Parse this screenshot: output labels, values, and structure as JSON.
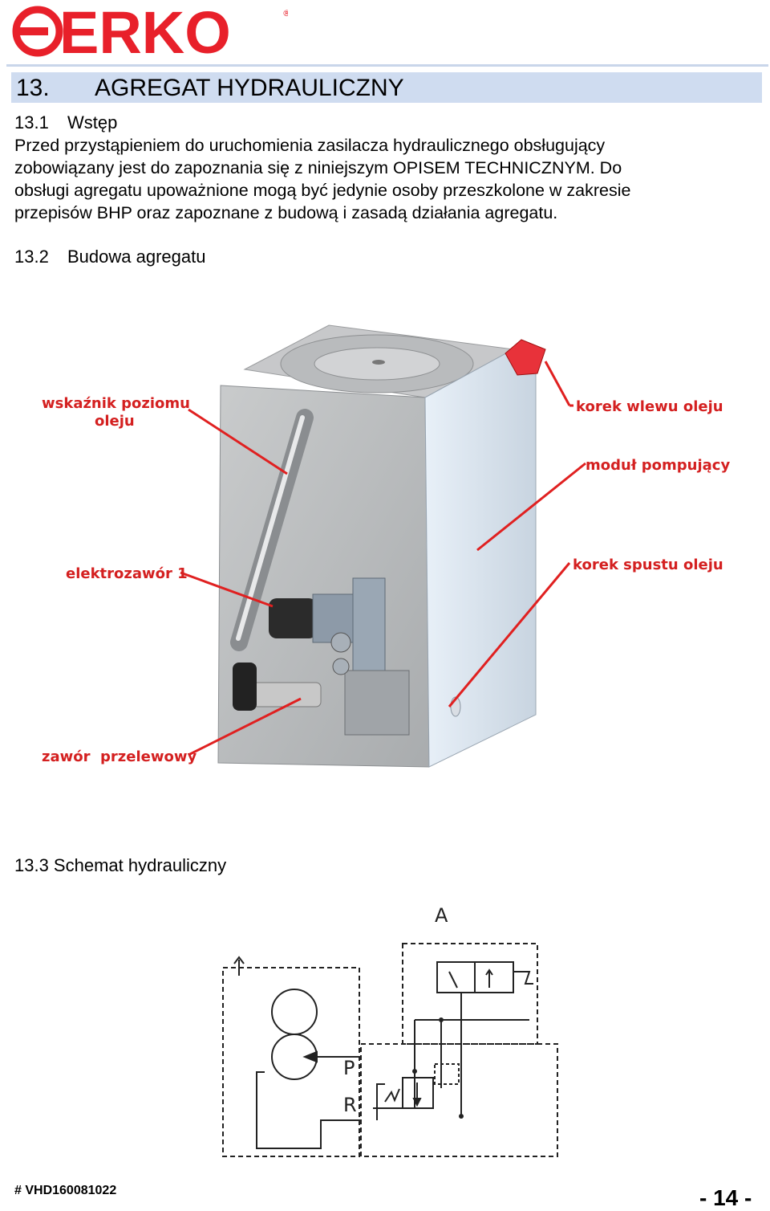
{
  "header": {
    "logo_text": "ERKO",
    "logo_mark": "®"
  },
  "title": {
    "number": "13.",
    "text": "AGREGAT HYDRAULICZNY"
  },
  "section_1": {
    "number": "13.1",
    "heading": "Wstęp",
    "lines": [
      "Przed przystąpieniem do uruchomienia zasilacza hydraulicznego obsługujący",
      "zobowiązany jest do zapoznania się z niniejszym OPISEM TECHNICZNYM. Do",
      "obsługi agregatu upoważnione mogą być jedynie osoby przeszkolone w zakresie",
      "przepisów BHP oraz zapoznane z budową i zasadą działania agregatu."
    ]
  },
  "section_2": {
    "number": "13.2",
    "heading": "Budowa agregatu",
    "labels": {
      "level": [
        "wskaźnik poziomu",
        "oleju"
      ],
      "fill_plug": "korek wlewu oleju",
      "pump": "moduł pompujący",
      "valve": "elektrozawór 1",
      "drain_plug": "korek spustu oleju",
      "overflow": "zawór  przelewowy"
    }
  },
  "section_3": {
    "heading": "13.3 Schemat hydrauliczny",
    "ports": {
      "a": "A",
      "p": "P",
      "r": "R"
    }
  },
  "footer": {
    "code": "# VHD160081022",
    "page": "- 14 -"
  },
  "colors": {
    "brand_red": "#e8202a",
    "title_bar": "#cfdcf0",
    "label_red": "#d42020"
  }
}
